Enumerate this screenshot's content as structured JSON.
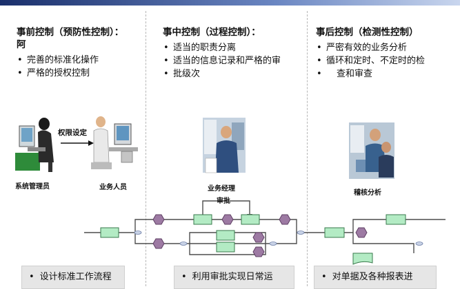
{
  "columns": [
    {
      "title": "事前控制（预防性控制）：",
      "title2": "阿",
      "bullets": [
        "完善的标准化操作",
        "严格的授权控制"
      ]
    },
    {
      "title": "事中控制（过程控制）：",
      "bullets": [
        "适当的职责分离",
        "适当的信息记录和严格的审",
        "批级次"
      ]
    },
    {
      "title": "事后控制（检测性控制）",
      "bullets": [
        "严密有效的业务分析",
        "循环和定时、不定时的检",
        "查和审查"
      ]
    }
  ],
  "figures": {
    "admin_caption": "系统管理员",
    "user_caption": "业务人员",
    "arrow_label": "权限设定",
    "manager_caption": "业务经理",
    "analyst_caption": "稽核分析"
  },
  "flow": {
    "approval_label": "审批"
  },
  "bottom": [
    "设计标准工作流程",
    "利用审批实现日常运",
    "对单据及各种报表进"
  ],
  "colors": {
    "node_green": "#b3ebc4",
    "node_purple": "#9d7aa3",
    "line_gray": "#4d4d4d"
  }
}
